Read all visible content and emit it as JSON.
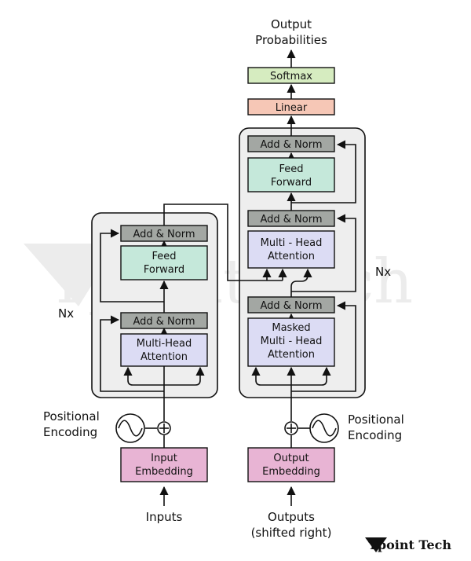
{
  "diagram": {
    "output_probabilities": [
      "Output",
      "Probabilities"
    ],
    "softmax": "Softmax",
    "linear": "Linear",
    "encoder": {
      "add_norm_top": "Add & Norm",
      "feed_forward": [
        "Feed",
        "Forward"
      ],
      "add_norm_bottom": "Add & Norm",
      "attention": [
        "Multi-Head",
        "Attention"
      ],
      "nx": "Nx",
      "positional_encoding": [
        "Positional",
        "Encoding"
      ],
      "embedding": [
        "Input",
        "Embedding"
      ],
      "input_label": "Inputs"
    },
    "decoder": {
      "add_norm_top": "Add & Norm",
      "feed_forward": [
        "Feed",
        "Forward"
      ],
      "add_norm_middle": "Add & Norm",
      "attention": [
        "Multi - Head",
        "Attention"
      ],
      "add_norm_bottom": "Add & Norm",
      "masked_attention": [
        "Masked",
        "Multi - Head",
        "Attention"
      ],
      "nx": "Nx",
      "positional_encoding": [
        "Positional",
        "Encoding"
      ],
      "embedding": [
        "Output",
        "Embedding"
      ],
      "output_label": [
        "Outputs",
        "(shifted right)"
      ]
    },
    "watermark": "Tpoint Tech",
    "logo": "Tpoint Tech"
  },
  "colors": {
    "add_norm": "#a3a7a3",
    "feed_forward": "#c5e8da",
    "attention": "#dcdcf4",
    "embedding": "#e8b4d4",
    "linear": "#f6c7b6",
    "softmax": "#d6ecc0",
    "stack_bg": "#eeeeee"
  }
}
